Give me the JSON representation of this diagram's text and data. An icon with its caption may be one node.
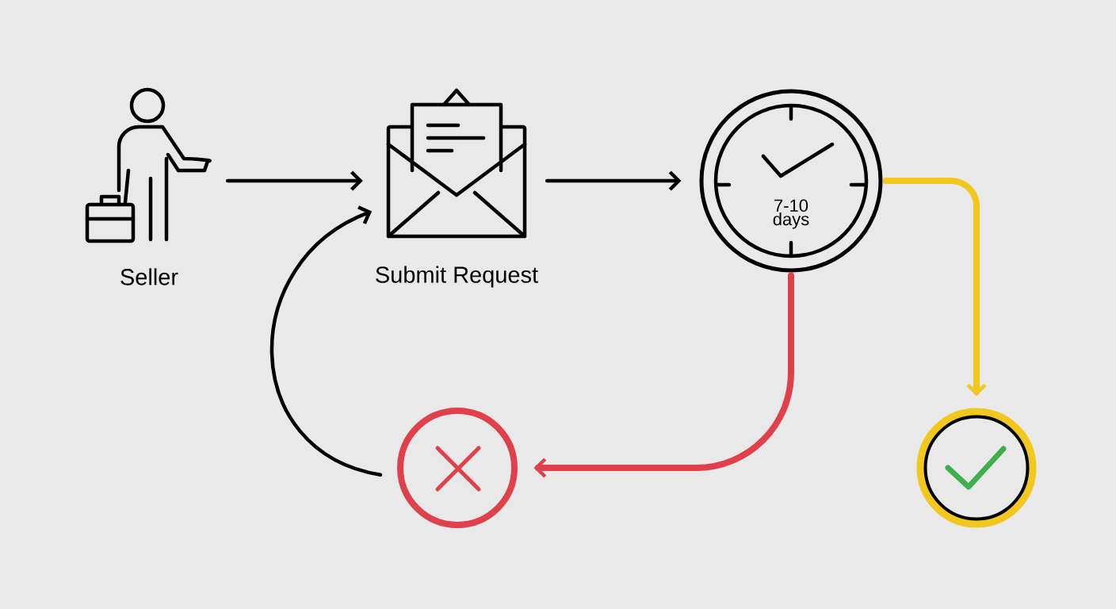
{
  "diagram": {
    "nodes": [
      {
        "text": [
          "Seller"
        ]
      },
      {
        "text": [
          "Submit Request"
        ]
      },
      {
        "text": [
          "7-10 days"
        ]
      },
      {
        "text": [],
        "shape": "circle"
      },
      {
        "text": [],
        "shape": "circle"
      }
    ],
    "edges": [
      {
        "from": 0,
        "to": 1,
        "arrow": "to"
      },
      {
        "from": 1,
        "to": 2,
        "arrow": "to"
      },
      {
        "from": 2,
        "to": 4,
        "arrow": "to",
        "color": "#f2c81e"
      },
      {
        "from": 2,
        "to": 3,
        "arrow": "to",
        "color": "#e0404a"
      },
      {
        "from": 3,
        "to": 1,
        "arrow": "to"
      }
    ]
  }
}
